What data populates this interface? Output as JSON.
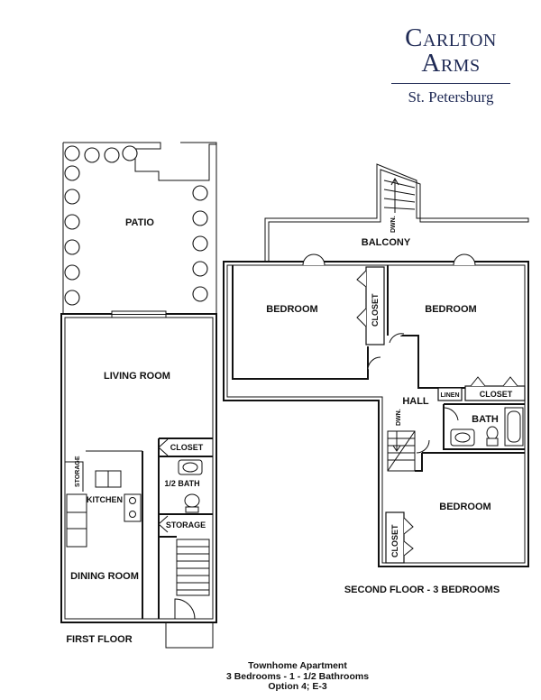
{
  "brand": {
    "line1": "Carlton",
    "line2": "Arms",
    "location": "St. Petersburg",
    "color": "#1f2a55"
  },
  "first_floor": {
    "label": "FIRST FLOOR",
    "rooms": {
      "patio": "PATIO",
      "living_room": "LIVING ROOM",
      "closet": "CLOSET",
      "half_bath": "1/2 BATH",
      "kitchen": "KITCHEN",
      "storage_small": "STORAGE",
      "storage": "STORAGE",
      "dining_room": "DINING ROOM"
    }
  },
  "second_floor": {
    "label": "SECOND FLOOR - 3 BEDROOMS",
    "rooms": {
      "balcony": "BALCONY",
      "bedroom_1": "BEDROOM",
      "closet_1": "CLOSET",
      "bedroom_2": "BEDROOM",
      "hall": "HALL",
      "linen": "LINEN",
      "closet_2": "CLOSET",
      "bath": "BATH",
      "bedroom_3": "BEDROOM",
      "closet_3": "CLOSET"
    },
    "stair_down_top": "DWN.",
    "stair_down_hall": "DWN."
  },
  "caption": {
    "line1": "Townhome Apartment",
    "line2": "3 Bedrooms - 1 - 1/2 Bathrooms",
    "line3": "Option 4; E-3"
  }
}
